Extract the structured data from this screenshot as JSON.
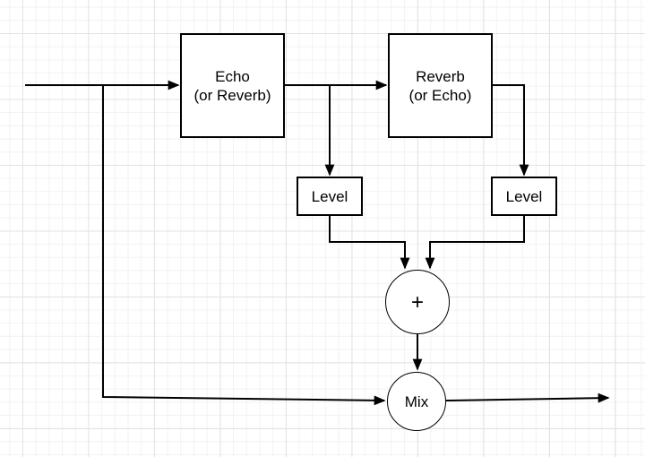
{
  "canvas": {
    "background_color": "#ffffff",
    "grid_minor_color": "#f2f2f2",
    "grid_major_color": "#e3e3e3"
  },
  "colors": {
    "node_stroke": "#000000",
    "node_fill": "#ffffff",
    "connector": "#000000",
    "text": "#000000"
  },
  "nodes": {
    "echo": {
      "label": "Echo\n(or Reverb)"
    },
    "reverb": {
      "label": "Reverb\n(or Echo)"
    },
    "level_left": {
      "label": "Level"
    },
    "level_right": {
      "label": "Level"
    },
    "sum": {
      "label": "+"
    },
    "mix": {
      "label": "Mix"
    }
  },
  "edges": [
    {
      "from": "input",
      "to": "echo",
      "arrow": true
    },
    {
      "from": "input-branch",
      "to": "mix",
      "arrow": true
    },
    {
      "from": "echo",
      "to": "reverb",
      "arrow": true
    },
    {
      "from": "echo-reverb-line",
      "to": "level_left",
      "arrow": true
    },
    {
      "from": "reverb",
      "to": "level_right",
      "arrow": true
    },
    {
      "from": "level_left",
      "to": "sum",
      "arrow": true
    },
    {
      "from": "level_right",
      "to": "sum",
      "arrow": true
    },
    {
      "from": "sum",
      "to": "mix",
      "arrow": true
    },
    {
      "from": "mix",
      "to": "output",
      "arrow": true
    }
  ]
}
